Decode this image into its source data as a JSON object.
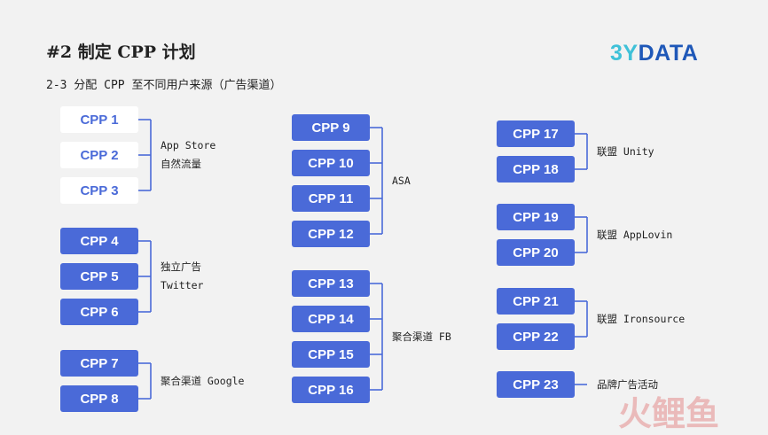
{
  "title": "#2 制定 CPP 计划",
  "subtitle": "2-3 分配 CPP 至不同用户来源（广告渠道）",
  "logo": {
    "part1": "3Y",
    "part2": "DATA"
  },
  "watermark": "火鲤鱼",
  "groups": [
    {
      "boxes": [
        "CPP 1",
        "CPP 2",
        "CPP 3"
      ],
      "style": "white",
      "labels": [
        "App Store",
        "自然流量"
      ]
    },
    {
      "boxes": [
        "CPP 4",
        "CPP 5",
        "CPP 6"
      ],
      "style": "blue",
      "labels": [
        "独立广告",
        "Twitter"
      ]
    },
    {
      "boxes": [
        "CPP 7",
        "CPP 8"
      ],
      "style": "blue",
      "labels": [
        "聚合渠道 Google"
      ]
    },
    {
      "boxes": [
        "CPP 9",
        "CPP 10",
        "CPP 11",
        "CPP 12"
      ],
      "style": "blue",
      "labels": [
        "ASA"
      ]
    },
    {
      "boxes": [
        "CPP 13",
        "CPP 14",
        "CPP 15",
        "CPP 16"
      ],
      "style": "blue",
      "labels": [
        "聚合渠道 FB"
      ]
    },
    {
      "boxes": [
        "CPP 17",
        "CPP 18"
      ],
      "style": "blue",
      "labels": [
        "联盟 Unity"
      ]
    },
    {
      "boxes": [
        "CPP 19",
        "CPP 20"
      ],
      "style": "blue",
      "labels": [
        "联盟 AppLovin"
      ]
    },
    {
      "boxes": [
        "CPP 21",
        "CPP 22"
      ],
      "style": "blue",
      "labels": [
        "联盟 Ironsource"
      ]
    },
    {
      "boxes": [
        "CPP 23"
      ],
      "style": "blue",
      "labels": [
        "品牌广告活动"
      ]
    }
  ]
}
